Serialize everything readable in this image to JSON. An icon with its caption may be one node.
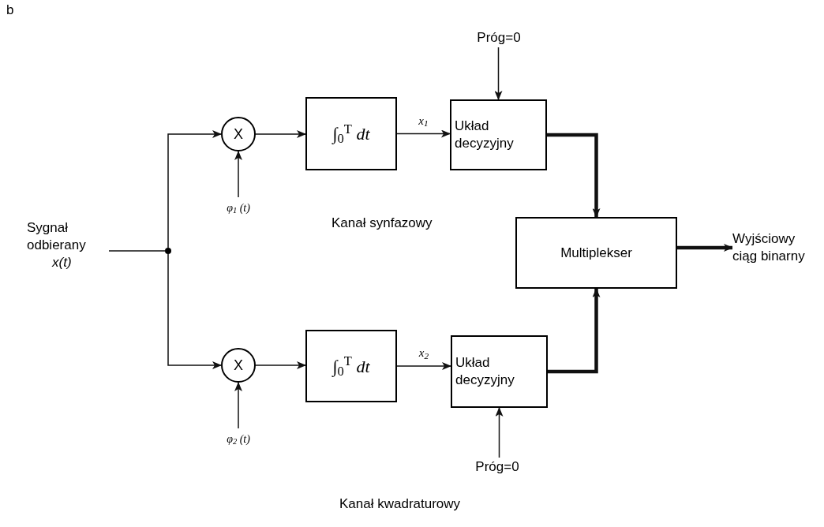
{
  "diagram": {
    "nodes": [
      {
        "text": [
          "Sygnał odbierany",
          "x(t)"
        ]
      },
      {
        "text": [],
        "shape": "circle"
      },
      {
        "text": [
          "X"
        ]
      },
      {
        "text": [
          "∫$_{0}$$^{T}$ *dt*"
        ]
      },
      {
        "text": [
          "Układ decyzyjny"
        ]
      },
      {
        "text": [
          "X"
        ]
      },
      {
        "text": [
          "∫$_{0}$$^{T}$ *dt*"
        ]
      },
      {
        "text": [
          "Układ decyzyjny"
        ]
      },
      {
        "text": [
          "Multiplekser"
        ]
      },
      {
        "text": [
          "Wyjściowy ciąg binarny"
        ]
      },
      {
        "text": [
          "φ$_{1}$ (t)"
        ]
      },
      {
        "text": [
          "φ$_{2}$ (t)"
        ]
      },
      {
        "text": [
          "Próg=0"
        ]
      },
      {
        "text": [
          "Próg=0"
        ]
      }
    ],
    "edges": [
      {
        "from": 0,
        "to": 1,
        "arrow": "none"
      },
      {
        "from": 1,
        "to": 2,
        "arrow": "to"
      },
      {
        "from": 1,
        "to": 5,
        "arrow": "to"
      },
      {
        "from": 2,
        "to": 3,
        "arrow": "to"
      },
      {
        "from": 3,
        "to": 4,
        "arrow": "to",
        "label": "x$_{1}$"
      },
      {
        "from": 5,
        "to": 6,
        "arrow": "to"
      },
      {
        "from": 6,
        "to": 7,
        "arrow": "to",
        "label": "x$_{2}$"
      },
      {
        "from": 4,
        "to": 8,
        "arrow": "to",
        "style": "thick"
      },
      {
        "from": 7,
        "to": 8,
        "arrow": "to",
        "style": "thick"
      },
      {
        "from": 8,
        "to": 9,
        "arrow": "to",
        "style": "thick"
      },
      {
        "from": 10,
        "to": 2,
        "arrow": "to"
      },
      {
        "from": 11,
        "to": 5,
        "arrow": "to"
      },
      {
        "from": 12,
        "to": 4,
        "arrow": "to"
      },
      {
        "from": 13,
        "to": 7,
        "arrow": "to"
      }
    ],
    "labels": [
      "b",
      "Kanał synfazowy",
      "Kanał kwadraturowy"
    ]
  }
}
